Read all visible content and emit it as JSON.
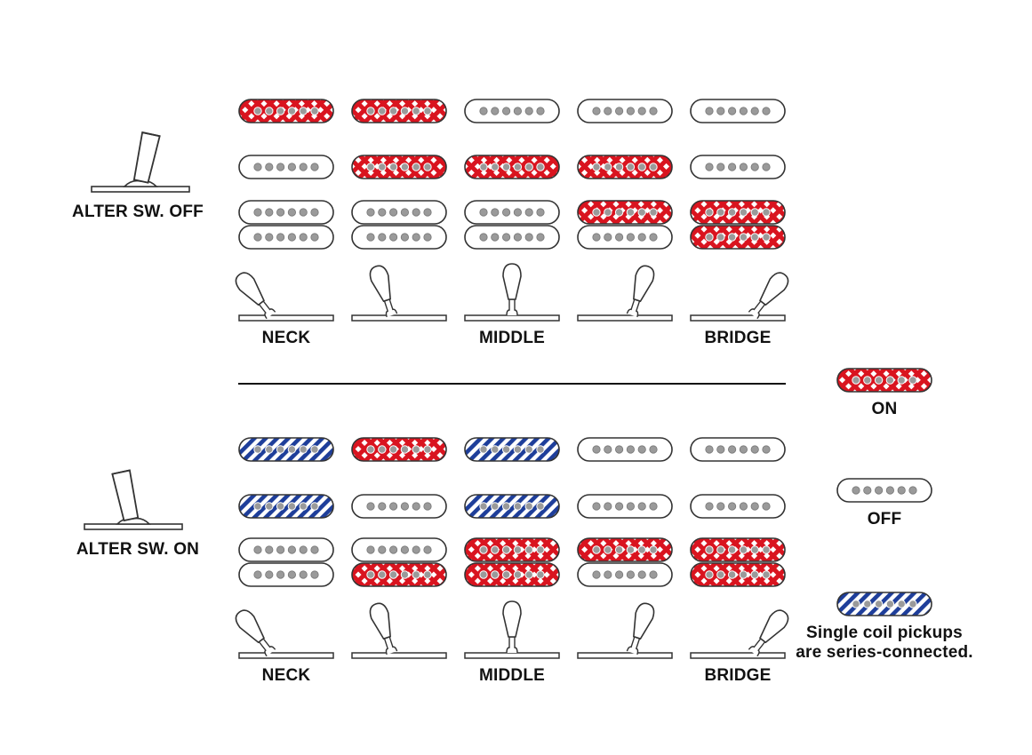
{
  "colors": {
    "on": "#d9141f",
    "series": "#1e3e9a",
    "off_fill": "#ffffff",
    "outline": "#333333",
    "pole": "#9a9a9a",
    "ink": "#111111"
  },
  "alter_off": {
    "label": "ALTER SW. OFF",
    "toggle_icon": "toggle-switch-lever-left",
    "rows": [
      {
        "kind": "single",
        "states": [
          "on",
          "on",
          "off",
          "off",
          "off"
        ]
      },
      {
        "kind": "single",
        "states": [
          "off",
          "on",
          "on",
          "on",
          "off"
        ]
      },
      {
        "kind": "humbucker",
        "upper": [
          "off",
          "off",
          "off",
          "on",
          "on"
        ],
        "lower": [
          "off",
          "off",
          "off",
          "off",
          "on"
        ]
      }
    ],
    "positions": [
      {
        "label": "NECK",
        "lever": "left"
      },
      {
        "label": "",
        "lever": "left-mid"
      },
      {
        "label": "MIDDLE",
        "lever": "center"
      },
      {
        "label": "",
        "lever": "right-mid"
      },
      {
        "label": "BRIDGE",
        "lever": "right"
      }
    ]
  },
  "alter_on": {
    "label": "ALTER SW. ON",
    "toggle_icon": "toggle-switch-lever-left",
    "rows": [
      {
        "kind": "single",
        "states": [
          "series",
          "on",
          "series",
          "off",
          "off"
        ]
      },
      {
        "kind": "single",
        "states": [
          "series",
          "off",
          "series",
          "off",
          "off"
        ]
      },
      {
        "kind": "humbucker",
        "upper": [
          "off",
          "off",
          "on",
          "on",
          "on"
        ],
        "lower": [
          "off",
          "on",
          "on",
          "off",
          "on"
        ]
      }
    ],
    "positions": [
      {
        "label": "NECK",
        "lever": "left"
      },
      {
        "label": "",
        "lever": "left-mid"
      },
      {
        "label": "MIDDLE",
        "lever": "center"
      },
      {
        "label": "",
        "lever": "right-mid"
      },
      {
        "label": "BRIDGE",
        "lever": "right"
      }
    ]
  },
  "legend": [
    {
      "state": "on",
      "lines": [
        "ON"
      ]
    },
    {
      "state": "off",
      "lines": [
        "OFF"
      ]
    },
    {
      "state": "series",
      "lines": [
        "Single coil pickups",
        "are series-connected."
      ]
    }
  ]
}
